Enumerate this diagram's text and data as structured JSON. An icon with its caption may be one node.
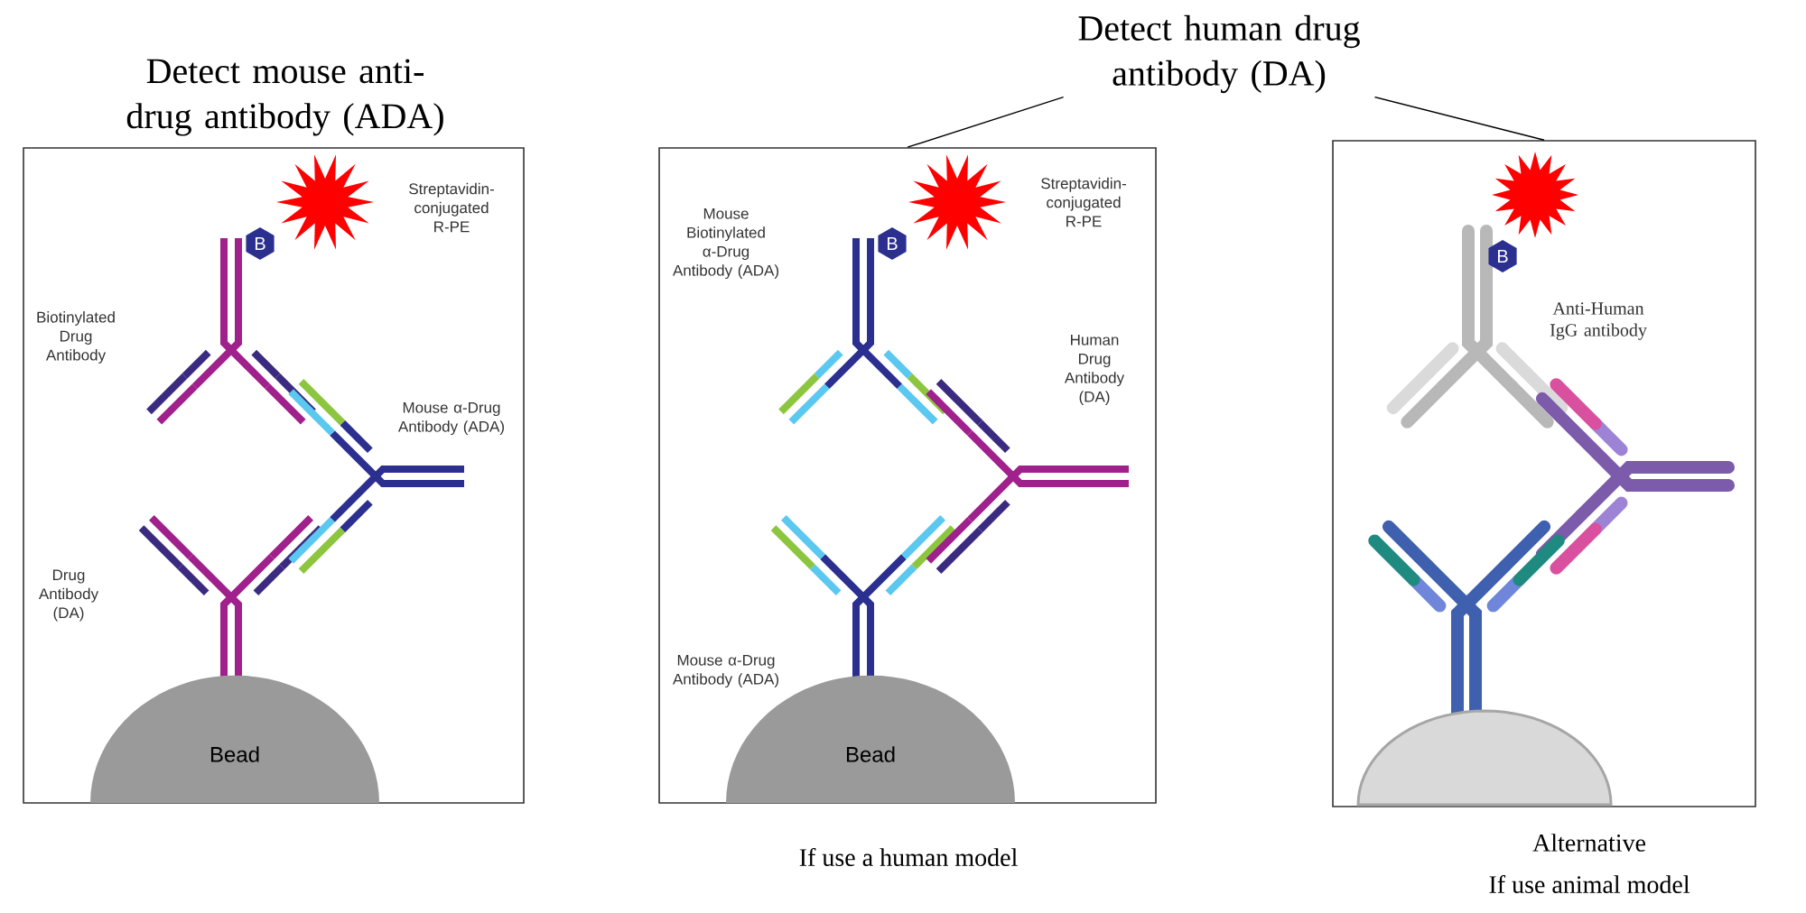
{
  "diagram": {
    "nodes": [
      {
        "text": [
          "Detect mouse anti-drug antibody (ADA)"
        ]
      },
      {
        "text": [
          "Bead"
        ],
        "in": 0
      },
      {
        "text": [
          "Detect human drug antibody (DA)"
        ]
      },
      {
        "text": [],
        "shape": "box",
        "beside": [
          "If use a human model"
        ]
      },
      {
        "text": [
          "Bead"
        ],
        "in": 3
      },
      {
        "text": [],
        "shape": "box",
        "beside": [
          "Alternative",
          "If use animal model"
        ]
      }
    ],
    "edges": [
      {
        "from": 2,
        "to": 3,
        "arrow": "none"
      },
      {
        "from": 2,
        "to": 5,
        "arrow": "none"
      }
    ],
    "labels": [
      "Streptavidin-conjugated R-PE",
      "B",
      "Biotinylated Drug Antibody",
      "Mouse α-Drug Antibody (ADA)",
      "Drug Antibody (DA)",
      "Mouse Biotinylated α-Drug Antibody (ADA)",
      "B",
      "Streptavidin-conjugated R-PE",
      "Human Drug Antibody (DA)",
      "Mouse α-Drug Antibody (ADA)",
      "B",
      "Anti-Human IgG antibody"
    ]
  }
}
